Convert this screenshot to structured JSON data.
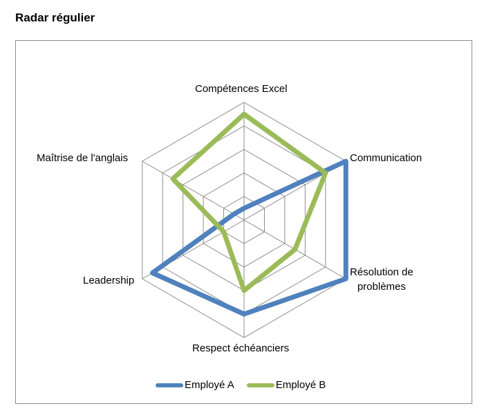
{
  "title": "Radar régulier",
  "chart_data": {
    "type": "radar",
    "title": "Radar régulier",
    "categories": [
      "Compétences Excel",
      "Communication",
      "Résolution de problèmes",
      "Respect échéanciers",
      "Leadership",
      "Maîtrise de l'anglais"
    ],
    "series": [
      {
        "name": "Employé A",
        "color": "#4F81BD",
        "values": [
          0.5,
          5,
          5,
          4,
          4.5,
          0.5
        ]
      },
      {
        "name": "Employé B",
        "color": "#9BBB59",
        "values": [
          4.5,
          4,
          2.5,
          3,
          1,
          3.5
        ]
      }
    ],
    "rlim": [
      0,
      5
    ],
    "rings": 5,
    "grid": true,
    "legend_position": "bottom"
  },
  "labels": {
    "excel": "Compétences Excel",
    "communication": "Communication",
    "resolution_line1": "Résolution de",
    "resolution_line2": "problèmes",
    "respect": "Respect échéanciers",
    "leadership": "Leadership",
    "anglais": "Maîtrise de l'anglais"
  },
  "legend": [
    {
      "label": "Employé A",
      "color": "#4F81BD"
    },
    {
      "label": "Employé B",
      "color": "#9BBB59"
    }
  ]
}
